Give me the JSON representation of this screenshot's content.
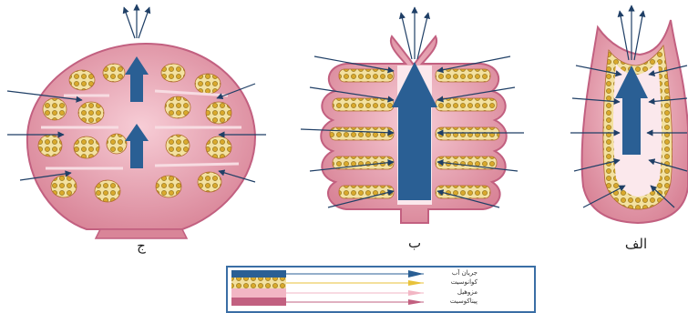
{
  "panels": {
    "left_label": "ج",
    "middle_label": "ب",
    "right_label": "الف"
  },
  "legend": {
    "items": [
      {
        "label": "جریان آب",
        "color": "#2a5f94"
      },
      {
        "label": "کوانوسیت",
        "color": "#e8c23a"
      },
      {
        "label": "مزوهیل",
        "color": "#f2b6c4"
      },
      {
        "label": "پیناکوسیت",
        "color": "#c26080"
      }
    ]
  },
  "colors": {
    "body_pink": "#eeaab8",
    "body_dark": "#c9697f",
    "chamber_yellow": "#d9b13c",
    "water_arrow": "#2a5f94",
    "inflow_line": "#1f3f66"
  }
}
